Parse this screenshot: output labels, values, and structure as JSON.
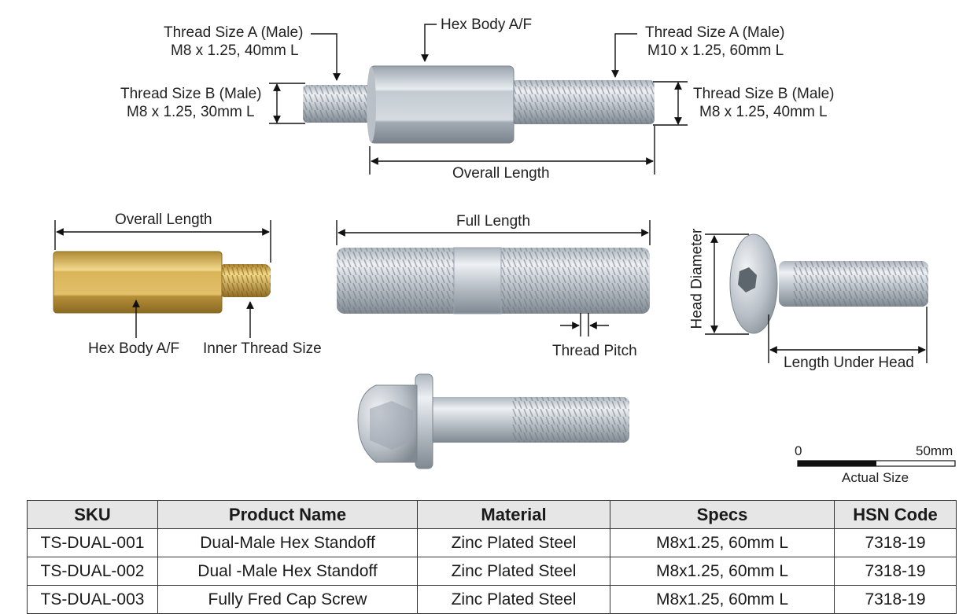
{
  "top_part": {
    "thread_a_left": [
      "Thread Size A (Male)",
      "M8 x 1.25, 40mm L"
    ],
    "thread_b_left": [
      "Thread Size B (Male)",
      "M8 x 1.25, 30mm L"
    ],
    "hex_body": "Hex Body A/F",
    "thread_a_right": [
      "Thread Size A (Male)",
      "M10 x 1.25, 60mm L"
    ],
    "thread_b_right": [
      "Thread Size B (Male)",
      "M8 x 1.25, 40mm L"
    ],
    "overall_length": "Overall Length"
  },
  "brass_part": {
    "overall_length": "Overall Length",
    "hex_body": "Hex Body A/F",
    "inner_thread": "Inner Thread Size"
  },
  "stud_part": {
    "full_length": "Full Length",
    "thread_pitch": "Thread Pitch"
  },
  "button_screw": {
    "head_diameter": "Head Diameter",
    "length_under_head": "Length Under Head"
  },
  "scale_bar": {
    "start": "0",
    "end": "50mm",
    "caption": "Actual Size"
  },
  "table": {
    "headers": [
      "SKU",
      "Product Name",
      "Material",
      "Specs",
      "HSN Code"
    ],
    "rows": [
      [
        "TS-DUAL-001",
        "Dual-Male Hex Standoff",
        "Zinc Plated Steel",
        "M8x1.25, 60mm L",
        "7318-19"
      ],
      [
        "TS-DUAL-002",
        "Dual -Male Hex Standoff",
        "Zinc Plated Steel",
        "M8x1.25, 60mm L",
        "7318-19"
      ],
      [
        "TS-DUAL-003",
        "Fully Fred Cap Screw",
        "Zinc Plated Steel",
        "M8x1.25, 60mm L",
        "7318-19"
      ]
    ]
  },
  "colors": {
    "steel_light": "#d6dbe1",
    "steel_dark": "#8d959e",
    "brass_light": "#f0d27a",
    "brass_dark": "#a8802c",
    "dimension_line": "#111111",
    "table_header_bg": "#e6e6e6"
  }
}
